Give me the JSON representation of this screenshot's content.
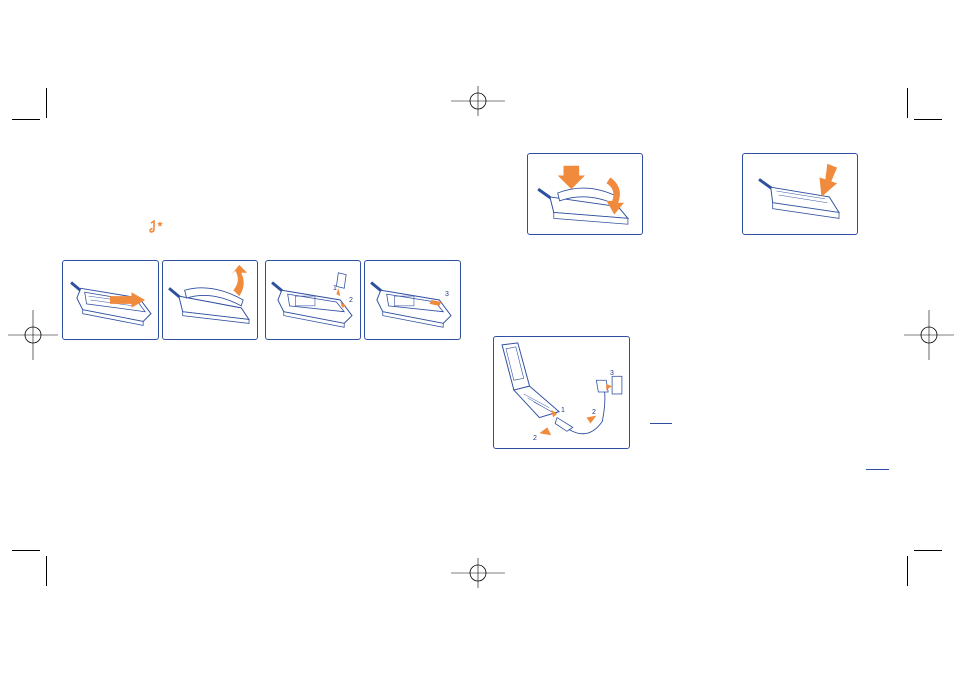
{
  "colors": {
    "accent": "#f08a3c",
    "line": "#2f4fa0",
    "ink": "#1e3a8a"
  },
  "icons": {
    "orange_symbol": "music-note-with-star-icon"
  },
  "steps": {
    "sim_insert": {
      "label_1": "1",
      "label_2": "2"
    },
    "sim_lock": {
      "label_3": "3"
    },
    "charger": {
      "label_1": "1",
      "label_2a": "2",
      "label_2b": "2",
      "label_3": "3"
    }
  }
}
